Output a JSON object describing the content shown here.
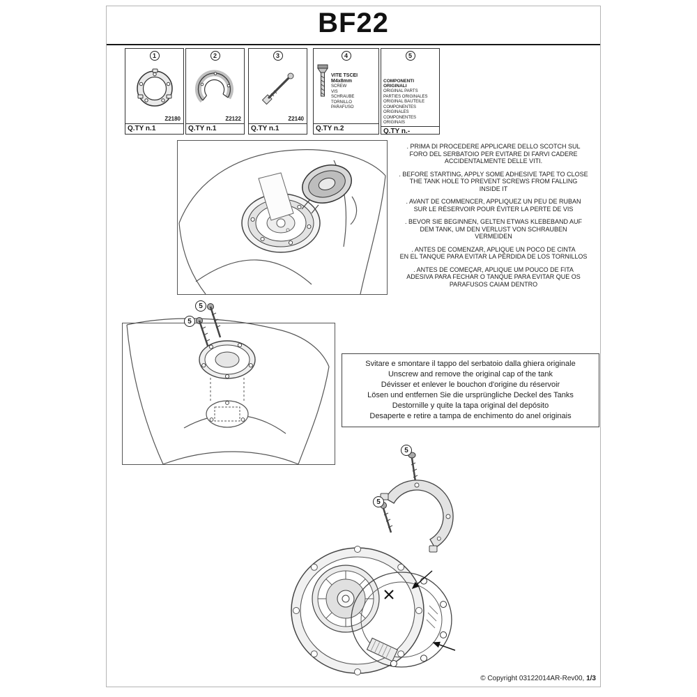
{
  "page": {
    "title": "BF22",
    "footer_text": "© Copyright 03122014AR-Rev00, ",
    "footer_page": "1/3"
  },
  "callouts": {
    "ref": "5"
  },
  "parts_table": {
    "cells": [
      {
        "number": "1",
        "code": "Z2180",
        "qty": "Q.TY n.1"
      },
      {
        "number": "2",
        "code": "Z2122",
        "qty": "Q.TY n.1"
      },
      {
        "number": "3",
        "code": "Z2140",
        "qty": "Q.TY n.1"
      },
      {
        "number": "4",
        "title": "VITE TSCEI M4x8mm",
        "names": "SCREW\nVIS\nSCHRAUBE\nTORNILLO\nPARAFUSO",
        "qty": "Q.TY n.2"
      },
      {
        "number": "5",
        "title": "COMPONENTI ORIGINALI",
        "names": "ORIGINAL PARTS\nPARTIES ORIGINALES\nORIGINAL BAUTEILE\nCOMPONENTES ORIGINALES\nCOMPONENTES ORIGINAIS",
        "qty": "Q.TY n.-"
      }
    ]
  },
  "warnings": {
    "it": ". PRIMA DI PROCEDERE APPLICARE DELLO SCOTCH SUL\nFORO DEL SERBATOIO PER EVITARE DI FARVI CADERE\nACCIDENTALMENTE DELLE VITI.",
    "en": ". BEFORE STARTING, APPLY SOME ADHESIVE TAPE TO CLOSE\nTHE TANK HOLE TO PREVENT SCREWS FROM FALLING\nINSIDE IT",
    "fr": ". AVANT DE COMMENCER, APPLIQUEZ UN PEU DE RUBAN\nSUR LE RÉSERVOIR POUR ÉVITER LA PERTE DE VIS",
    "de": ". BEVOR SIE BEGINNEN, GELTEN ETWAS KLEBEBAND AUF\nDEM TANK, UM DEN VERLUST VON SCHRAUBEN\nVERMEIDEN",
    "es": ". ANTES DE COMENZAR, APLIQUE UN POCO DE CINTA\nEN EL TANQUE PARA EVITAR LA PÉRDIDA DE LOS TORNILLOS",
    "pt": ". ANTES DE COMEÇAR, APLIQUE UM POUCO DE FITA\nADESIVA PARA FECHAR O TANQUE PARA EVITAR QUE OS\nPARAFUSOS CAIAM DENTRO"
  },
  "step1": {
    "lines": [
      "Svitare e smontare il tappo del serbatoio dalla ghiera originale",
      "Unscrew and remove the original cap of the tank",
      "Dévisser et enlever le bouchon d'origine du réservoir",
      "Lösen und entfernen Sie die ursprüngliche Deckel des Tanks",
      "Destornille y quite la tapa original del depósito",
      "Desaperte e retire a tampa de enchimento do anel originais"
    ]
  }
}
